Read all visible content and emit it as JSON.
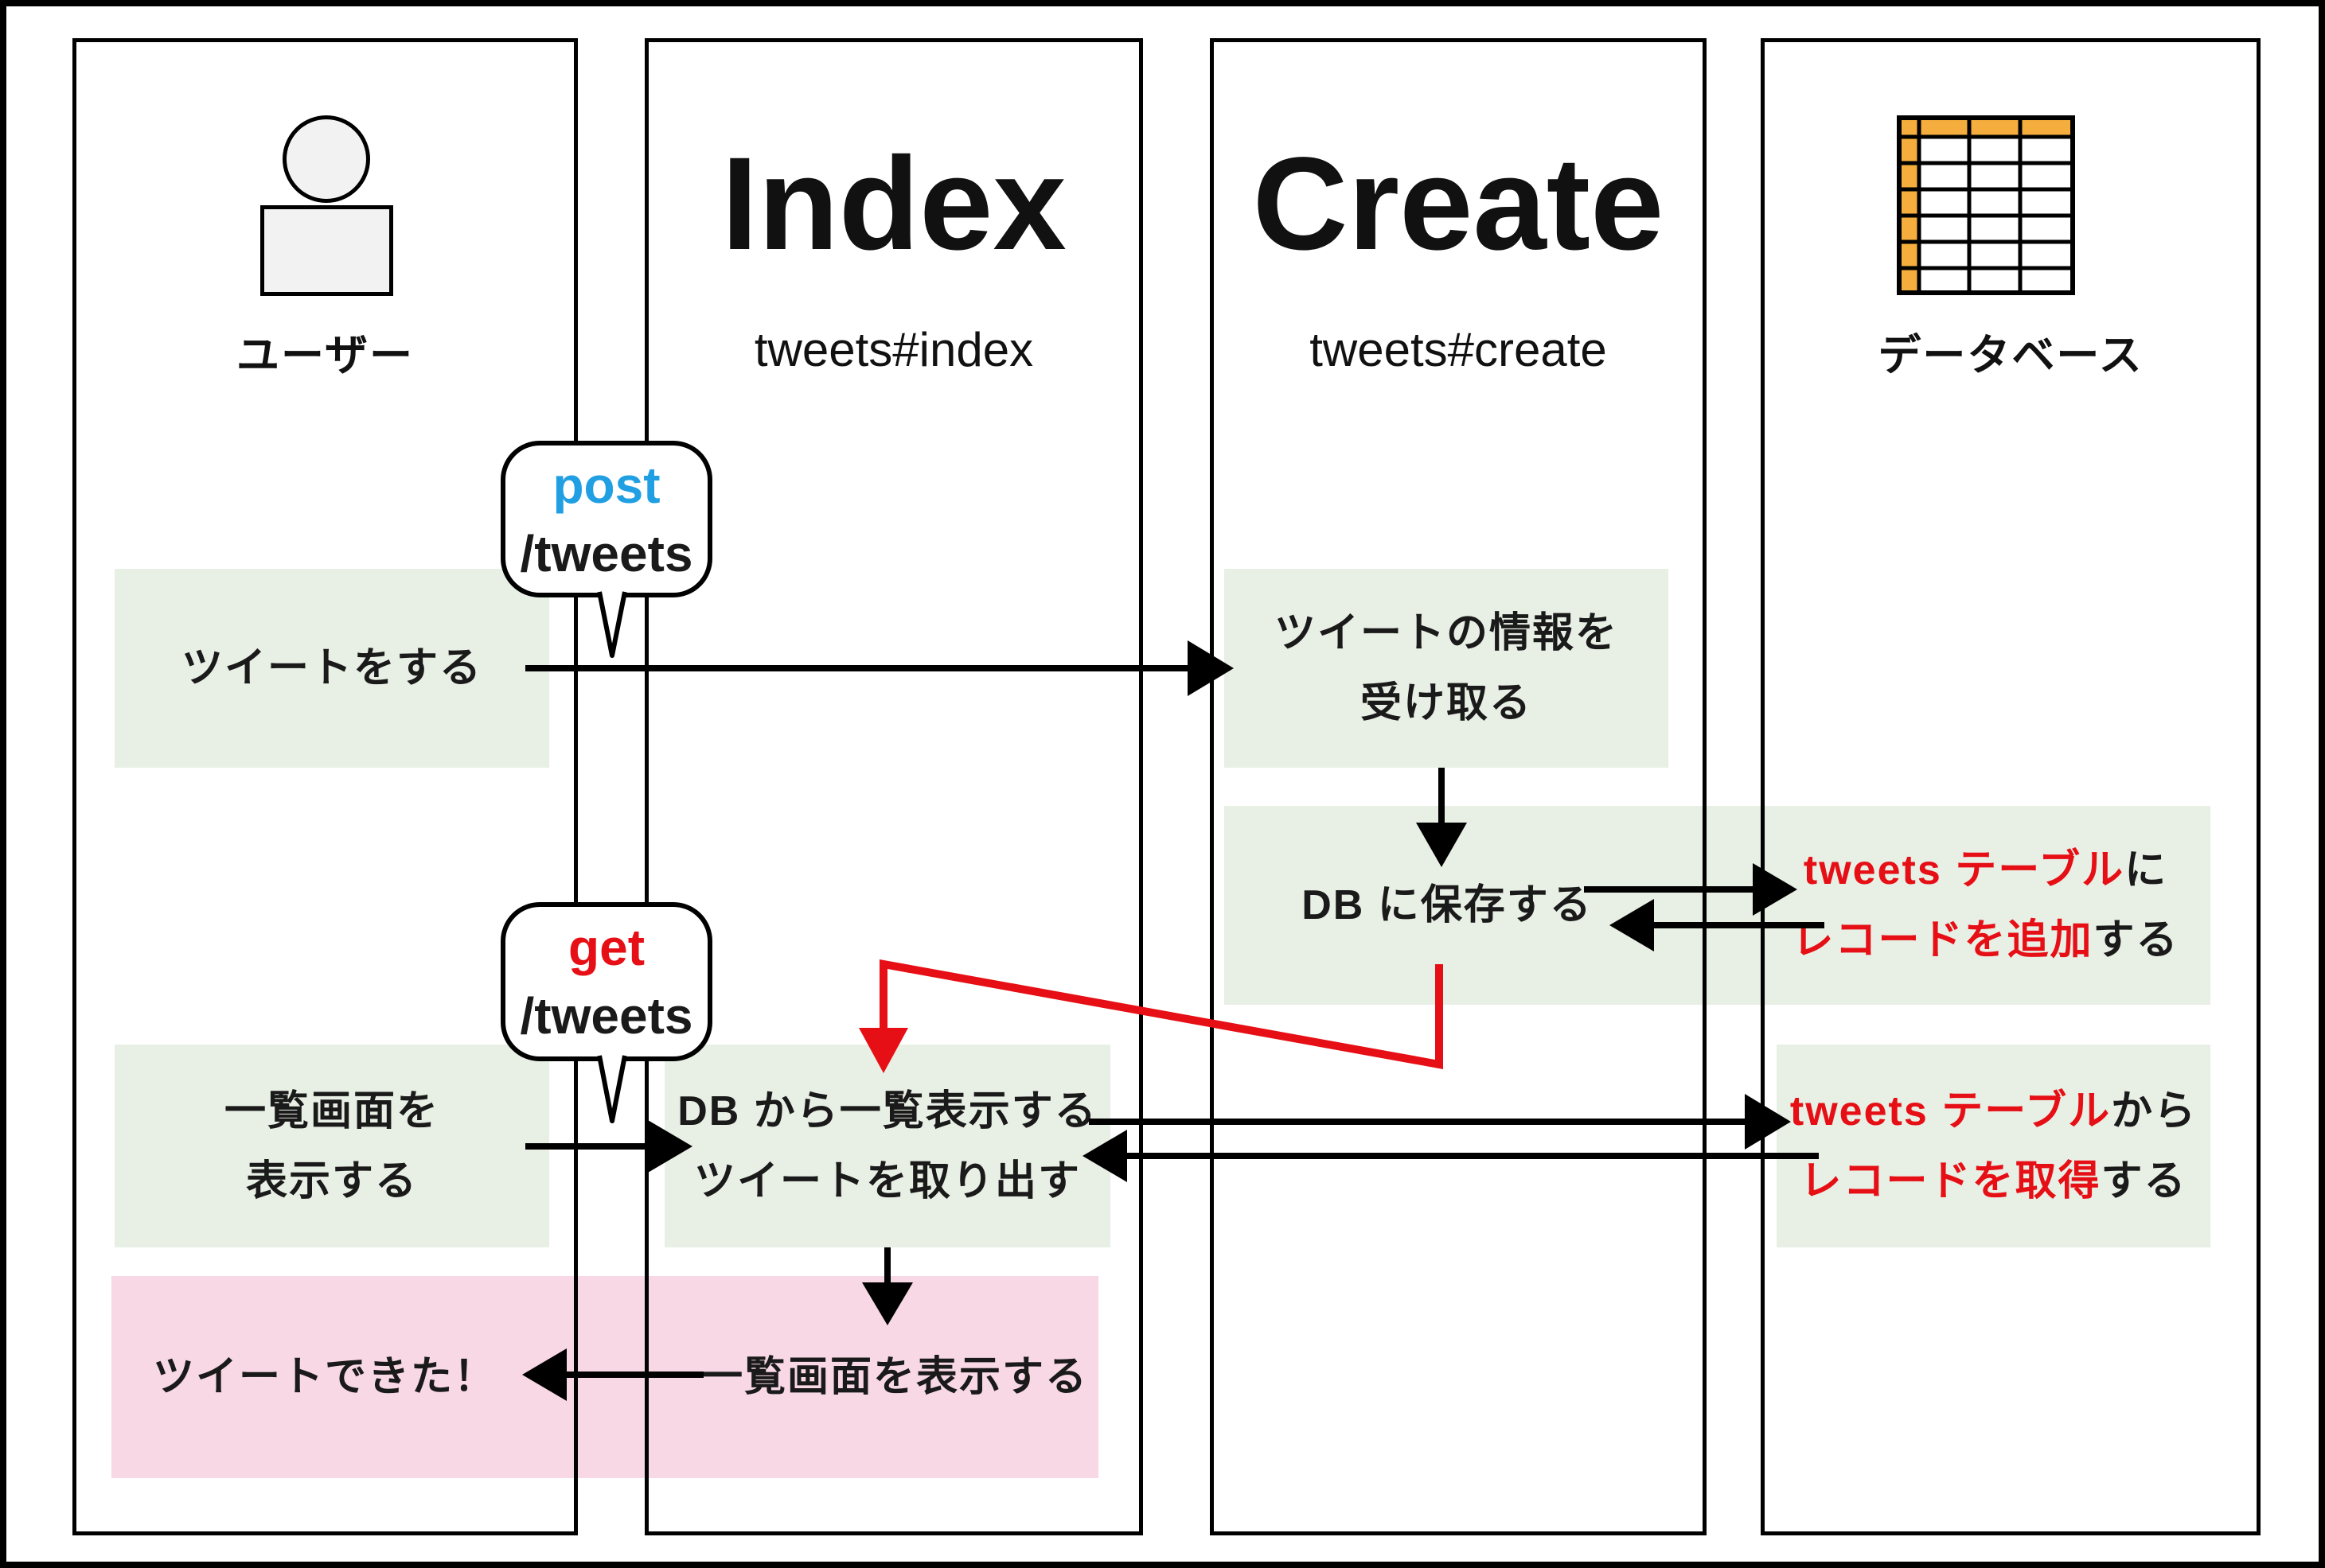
{
  "diagram": {
    "lanes": {
      "user": {
        "label": "ユーザー"
      },
      "index": {
        "title": "Index",
        "subtitle": "tweets#index"
      },
      "create": {
        "title": "Create",
        "subtitle": "tweets#create"
      },
      "database": {
        "label": "データベース"
      }
    },
    "bubbles": {
      "post": {
        "method": "post",
        "path": "/tweets"
      },
      "get": {
        "method": "get",
        "path": "/tweets"
      }
    },
    "flow": {
      "tweet_action": "ツイートをする",
      "receive_info_line1": "ツイートの情報を",
      "receive_info_line2": "受け取る",
      "save_db": "DB に保存する",
      "add_record_line1_red": "tweets テーブル",
      "add_record_line1_black": "に",
      "add_record_line2_red": "レコードを追加",
      "add_record_line2_black": "する",
      "show_list_line1": "一覧画面を",
      "show_list_line2": "表示する",
      "fetch_tweets_line1": "DB から一覧表示する",
      "fetch_tweets_line2": "ツイートを取り出す",
      "get_record_line1_red": "tweets テーブル",
      "get_record_line1_black": "から",
      "get_record_line2_red": "レコードを取得",
      "get_record_line2_black": "する",
      "tweet_done": "ツイートできた！",
      "render_list": "一覧画面を表示する"
    },
    "colors": {
      "step_green": "#e8efe5",
      "result_pink": "#f7d8e4",
      "table_orange": "#f5ae3d",
      "accent_red": "#e60f15",
      "accent_blue": "#219fe3",
      "line_black": "#000000"
    }
  }
}
